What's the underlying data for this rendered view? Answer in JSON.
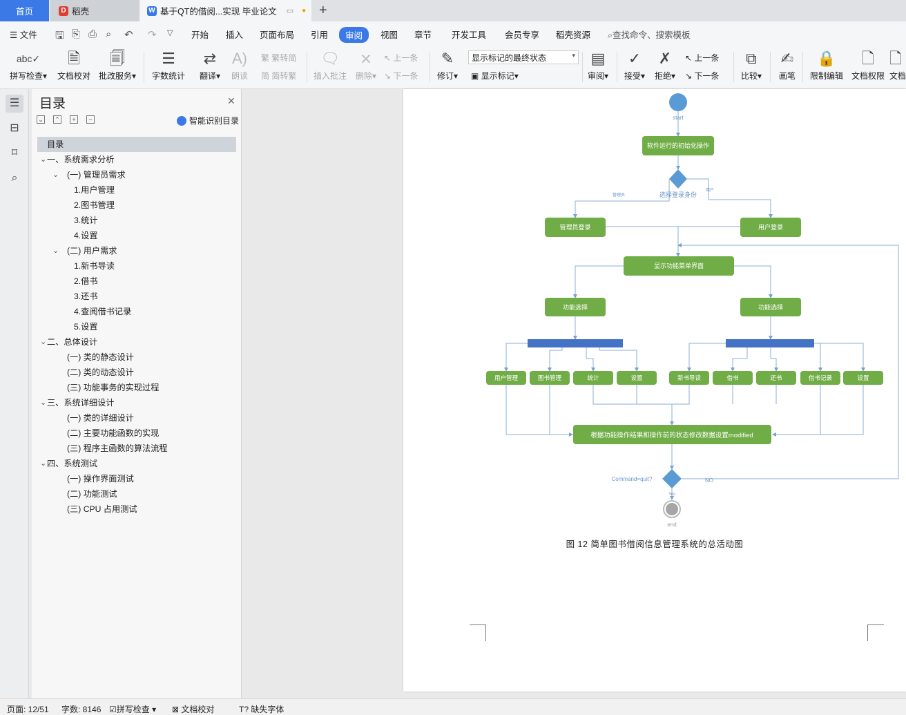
{
  "tabs": {
    "home": "首页",
    "docer": "稻壳",
    "document": "基于QT的借阅...实现 毕业论文"
  },
  "menu": {
    "file": "文件",
    "items": [
      "开始",
      "插入",
      "页面布局",
      "引用",
      "审阅",
      "视图",
      "章节",
      "开发工具",
      "会员专享",
      "稻壳资源"
    ],
    "active": "审阅",
    "search_placeholder": "查找命令、搜索模板"
  },
  "ribbon": {
    "spell_check": "拼写检查",
    "doc_proof": "文档校对",
    "annotate_service": "批改服务",
    "word_count": "字数统计",
    "translate": "翻译",
    "read_aloud": "朗读",
    "trad_to_simp": "繁转简",
    "simp_to_trad": "简转繁",
    "insert_comment": "插入批注",
    "delete": "删除",
    "prev_comment": "上一条",
    "next_comment": "下一条",
    "track_changes": "修订",
    "markup_state": "显示标记的最终状态",
    "show_markup": "显示标记",
    "review_pane": "审阅",
    "accept": "接受",
    "reject": "拒绝",
    "prev_change": "上一条",
    "next_change": "下一条",
    "compare": "比较",
    "ink": "画笔",
    "restrict_edit": "限制编辑",
    "doc_permission": "文档权限",
    "doc_more": "文档"
  },
  "toc": {
    "title": "目录",
    "smart_button": "智能识别目录",
    "items": [
      {
        "label": "目录",
        "level": 0,
        "chev": ""
      },
      {
        "label": "一、系统需求分析",
        "level": 0,
        "chev": "v"
      },
      {
        "label": "(一) 管理员需求",
        "level": 1,
        "chev": "v"
      },
      {
        "label": "1.用户管理",
        "level": 2,
        "chev": ""
      },
      {
        "label": "2.图书管理",
        "level": 2,
        "chev": ""
      },
      {
        "label": "3.统计",
        "level": 2,
        "chev": ""
      },
      {
        "label": "4.设置",
        "level": 2,
        "chev": ""
      },
      {
        "label": "(二) 用户需求",
        "level": 1,
        "chev": "v"
      },
      {
        "label": "1.新书导读",
        "level": 2,
        "chev": ""
      },
      {
        "label": "2.借书",
        "level": 2,
        "chev": ""
      },
      {
        "label": "3.还书",
        "level": 2,
        "chev": ""
      },
      {
        "label": "4.查阅借书记录",
        "level": 2,
        "chev": ""
      },
      {
        "label": "5.设置",
        "level": 2,
        "chev": ""
      },
      {
        "label": "二、总体设计",
        "level": 0,
        "chev": "v"
      },
      {
        "label": "(一) 类的静态设计",
        "level": 1,
        "chev": ""
      },
      {
        "label": "(二) 类的动态设计",
        "level": 1,
        "chev": ""
      },
      {
        "label": "(三) 功能事务的实现过程",
        "level": 1,
        "chev": ""
      },
      {
        "label": "三、系统详细设计",
        "level": 0,
        "chev": "v"
      },
      {
        "label": "(一) 类的详细设计",
        "level": 1,
        "chev": ""
      },
      {
        "label": "(二) 主要功能函数的实现",
        "level": 1,
        "chev": ""
      },
      {
        "label": "(三) 程序主函数的算法流程",
        "level": 1,
        "chev": ""
      },
      {
        "label": "四、系统测试",
        "level": 0,
        "chev": "v"
      },
      {
        "label": "(一) 操作界面测试",
        "level": 1,
        "chev": ""
      },
      {
        "label": "(二) 功能测试",
        "level": 1,
        "chev": ""
      },
      {
        "label": "(三) CPU 占用测试",
        "level": 1,
        "chev": ""
      }
    ]
  },
  "diagram": {
    "start": "start",
    "init": "软件运行的初始化操作",
    "choose_role": "选择登录身份",
    "admin_branch": "管理员",
    "user_branch": "用户",
    "admin_login": "管理员登录",
    "user_login": "用户登录",
    "show_menu": "显示功能菜单界面",
    "func_select_left": "功能选择",
    "func_select_right": "功能选择",
    "admin_funcs": [
      "用户管理",
      "图书管理",
      "统计",
      "设置"
    ],
    "user_funcs": [
      "新书导读",
      "借书",
      "还书",
      "借书记录",
      "设置"
    ],
    "update": "根据功能操作结果和操作前的状态修改数据设置modified",
    "quit_q": "Command=quit?",
    "no": "NO",
    "yes": "Yes",
    "end": "end",
    "caption": "图 12 简单图书借阅信息管理系统的总活动图"
  },
  "status": {
    "page": "页面: 12/51",
    "words": "字数: 8146",
    "spell_check": "拼写检查",
    "doc_proof": "文档校对",
    "missing_font": "缺失字体"
  }
}
